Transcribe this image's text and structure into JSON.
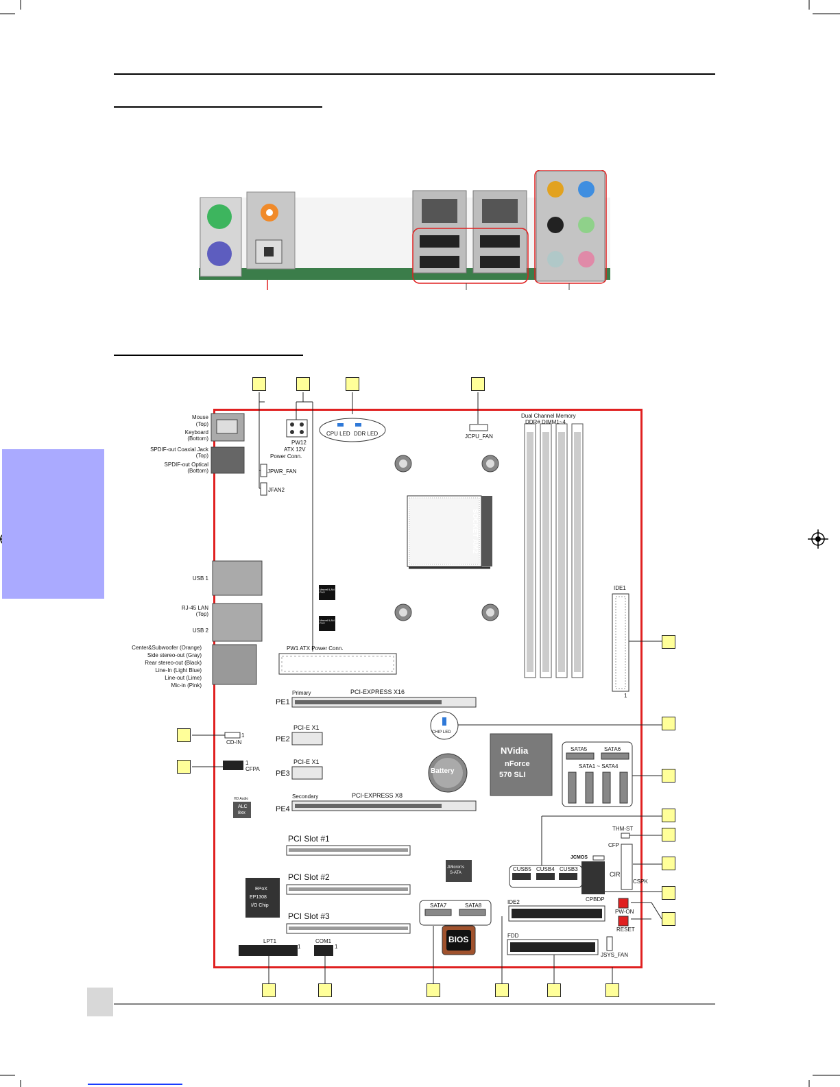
{
  "io_panel": {
    "label_mouse": "Mouse",
    "label_mouse_pos": "(Top)",
    "label_keyboard": "Keyboard",
    "label_keyboard_pos": "(Bottom)",
    "label_spdif_coax": "SPDIF-out Coaxial Jack",
    "label_spdif_coax_pos": "(Top)",
    "label_spdif_opt": "SPDIF-out Optical",
    "label_spdif_opt_pos": "(Bottom)",
    "label_usb1": "USB 1",
    "label_rj45": "RJ-45 LAN",
    "label_rj45_pos": "(Top)",
    "label_usb2": "USB 2",
    "audio": [
      "Center&Subwoofer (Orange)",
      "Side stereo-out (Gray)",
      "Rear stereo-out (Black)",
      "Line-In (Light Blue)",
      "Line-out (Lime)",
      "Mic-in (Pink)"
    ]
  },
  "board": {
    "pw12": [
      "PW12",
      "ATX 12V",
      "Power  Conn."
    ],
    "pwr_fan": "JPWR_FAN",
    "jfan2": "JFAN2",
    "cpu_led": "CPU LED",
    "ddr_led": "DDR LED",
    "jcpu_fan": "JCPU_FAN",
    "memory_title": "Dual Channel Memory",
    "memory_sub": "DDR# DIMM1~4",
    "socket": "SOCKET AM2",
    "marvell": "Marvell LAN PHY",
    "ide1": "IDE1",
    "ide1_pin": "1",
    "pw1": "PW1 ATX Power Conn.",
    "primary": "Primary",
    "pcie_x16": "PCI-EXPRESS X16",
    "pe1": "PE1",
    "chip_led": "CHIP LED",
    "pe2": "PE2",
    "pcie_x1_a": "PCI-E X1",
    "pe3": "PE3",
    "pcie_x1_b": "PCI-E X1",
    "battery": "Battery",
    "nvidia": [
      "NVidia",
      "nForce",
      "570 SLI"
    ],
    "sata5": "SATA5",
    "sata6": "SATA6",
    "sata14": "SATA1 ~ SATA4",
    "cd_in": "CD-IN",
    "cd_in_pin": "1",
    "cfpa": "CFPA",
    "cfpa_pin": "1",
    "hd_audio": "HD Audio",
    "alc": [
      "ALC",
      "8xx"
    ],
    "secondary": "Secondary",
    "pcie_x8": "PCI-EXPRESS X8",
    "pe4": "PE4",
    "pci1": "PCI Slot #1",
    "pci2": "PCI Slot #2",
    "pci3": "PCI Slot #3",
    "jmicron": [
      "JMicron's",
      "S-ATA"
    ],
    "epox": [
      "EPoX",
      "EP1308",
      "I/O Chip"
    ],
    "thm_st": "THM-ST",
    "cfp": "CFP",
    "jcmos": "JCMOS",
    "cusb5": "CUSB5",
    "cusb4": "CUSB4",
    "cusb3": "CUSB3",
    "cir": "CIR",
    "cspk": "CSPK",
    "cpbdp": "CPBDP",
    "pw_on": "PW-ON",
    "reset": "RESET",
    "sata7": "SATA7",
    "sata8": "SATA8",
    "ide2": "IDE2",
    "bios": "BIOS",
    "fdd": "FDD",
    "jsys_fan": "JSYS_FAN",
    "lpt1": "LPT1",
    "com1": "COM1",
    "pin1": "1"
  },
  "colors": {
    "board_outline": "#e02020",
    "tab": "#aaaaff",
    "callout": "#ffff99"
  }
}
